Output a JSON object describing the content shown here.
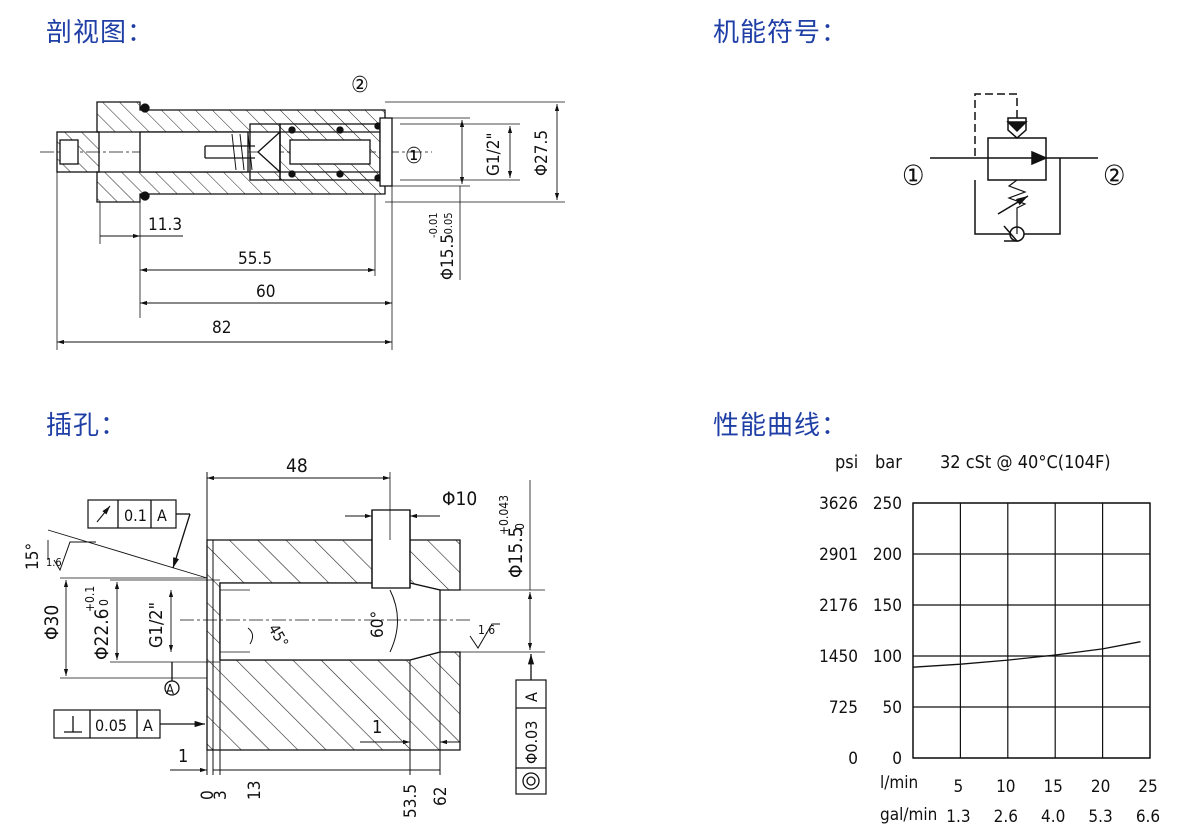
{
  "sections": {
    "cross_section": "剖视图：",
    "symbol": "机能符号：",
    "cavity": "插孔：",
    "performance": "性能曲线："
  },
  "cross_section": {
    "port_2": "②",
    "port_1": "①",
    "thread": "G1/2\"",
    "dia_outer": "Φ27.5",
    "dia_spool": "Φ15.5",
    "tol_upper": "-0.01",
    "tol_lower": "-0.05",
    "dim_11_3": "11.3",
    "dim_55_5": "55.5",
    "dim_60": "60",
    "dim_82": "82"
  },
  "symbol": {
    "port_1": "①",
    "port_2": "②"
  },
  "cavity": {
    "dim_48": "48",
    "dia_10": "Φ10",
    "dia_15_5": "Φ15.5",
    "dia_15_5_tol_up": "+0.043",
    "dia_15_5_tol_low": "0",
    "angle_15": "15°",
    "runout_value": "0.1",
    "datum": "A",
    "roughness_1": "1.6",
    "roughness_2": "1.6",
    "dia_30": "Φ30",
    "dia_22_6": "Φ22.6",
    "dia_22_6_tol_up": "+0.1",
    "dia_22_6_tol_low": "0",
    "thread": "G1/2\"",
    "angle_45": "45°",
    "angle_60": "60°",
    "datum_marker": "A",
    "perp_value": "0.05",
    "conc_value": "Φ0.03",
    "dim_1_left": "1",
    "dim_1_right": "1",
    "pos_0": "0",
    "pos_3": "3",
    "pos_13": "13",
    "pos_53_5": "53.5",
    "pos_62": "62"
  },
  "chart_data": {
    "type": "line",
    "title": "32 cSt @ 40°C(104F)",
    "ylabel_left": "psi",
    "ylabel_right": "bar",
    "y_bar_ticks": [
      "250",
      "200",
      "150",
      "100",
      "50",
      "0"
    ],
    "y_psi_ticks": [
      "3626",
      "2901",
      "2176",
      "1450",
      "725",
      "0"
    ],
    "x_lmin_label": "l/min",
    "x_lmin_ticks": [
      "5",
      "10",
      "15",
      "20",
      "25"
    ],
    "x_galmin_label": "gal/min",
    "x_galmin_ticks": [
      "1.3",
      "2.6",
      "4.0",
      "5.3",
      "6.6"
    ],
    "xlim": [
      0,
      25
    ],
    "ylim": [
      0,
      250
    ],
    "grid": true,
    "series": [
      {
        "x": [
          0,
          5,
          10,
          15,
          20,
          24
        ],
        "y": [
          89,
          92,
          96,
          101,
          107,
          114
        ]
      }
    ]
  }
}
